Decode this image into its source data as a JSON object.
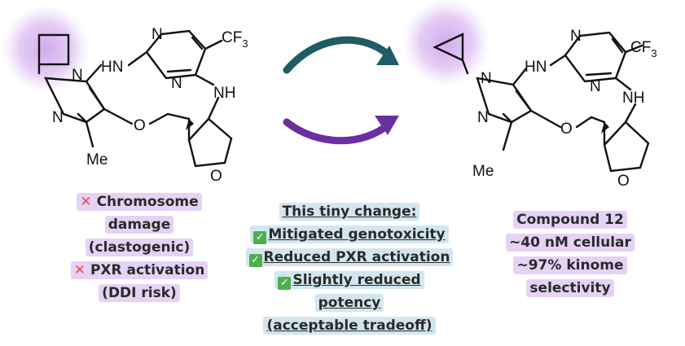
{
  "left_molecule": {
    "atom_labels": {
      "hn": "HN",
      "n1": "N",
      "n2": "N",
      "cf3": "CF",
      "cf3_sub": "3",
      "nh": "NH",
      "pyr_n1": "N",
      "pyr_n2": "N",
      "o_ether": "O",
      "me": "Me",
      "o_ring": "O"
    }
  },
  "right_molecule": {
    "atom_labels": {
      "hn": "HN",
      "n1": "N",
      "n2": "N",
      "cf3": "CF",
      "cf3_sub": "3",
      "nh": "NH",
      "pyr_n1": "N",
      "pyr_n2": "N",
      "o_ether": "O",
      "me": "Me",
      "o_ring": "O"
    }
  },
  "colors": {
    "highlight_purple": "#d9b8f0",
    "arrow_teal": "#1f5c63",
    "arrow_purple": "#6a2fa0",
    "box_purple": "#e6d2f5",
    "box_blue": "#d3e6ef"
  },
  "left_box": {
    "lines": [
      {
        "icon": "cross-icon",
        "text": "Chromosome"
      },
      {
        "text": "damage"
      },
      {
        "text": "(clastogenic)"
      },
      {
        "icon": "cross-icon",
        "text": "PXR activation"
      },
      {
        "text": "(DDI risk)"
      }
    ]
  },
  "middle_box": {
    "title": "This tiny change:",
    "lines": [
      {
        "icon": "check-icon",
        "text": "Mitigated genotoxicity"
      },
      {
        "icon": "check-icon",
        "text": "Reduced PXR activation"
      },
      {
        "icon": "check-icon",
        "text": "Slightly reduced"
      },
      {
        "text": "potency"
      },
      {
        "text": "(acceptable tradeoff)"
      }
    ]
  },
  "right_box": {
    "lines": [
      "Compound 12",
      "~40 nM cellular",
      "~97% kinome",
      "selectivity"
    ]
  }
}
